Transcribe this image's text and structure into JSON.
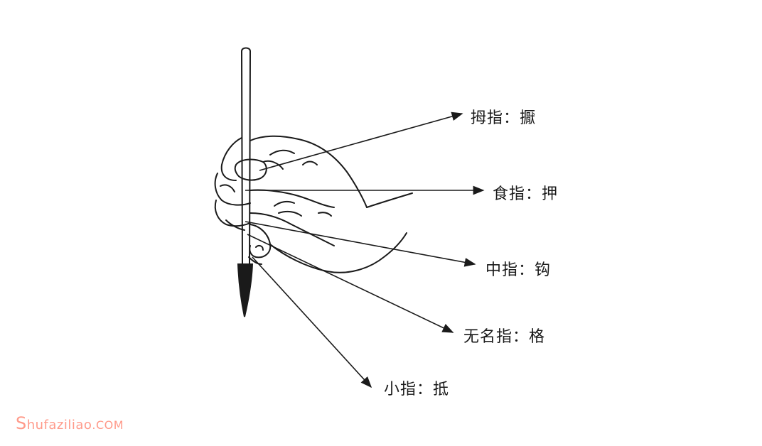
{
  "labels": {
    "thumb": "拇指：擫",
    "index": "食指：押",
    "middle": "中指：钩",
    "ring": "无名指：格",
    "little": "小指：抵"
  },
  "watermark": {
    "first": "S",
    "rest": "hufaziliao",
    "domain": ".COM"
  },
  "colors": {
    "ink": "#1a1a1a",
    "watermark": "#ff9a8a"
  }
}
